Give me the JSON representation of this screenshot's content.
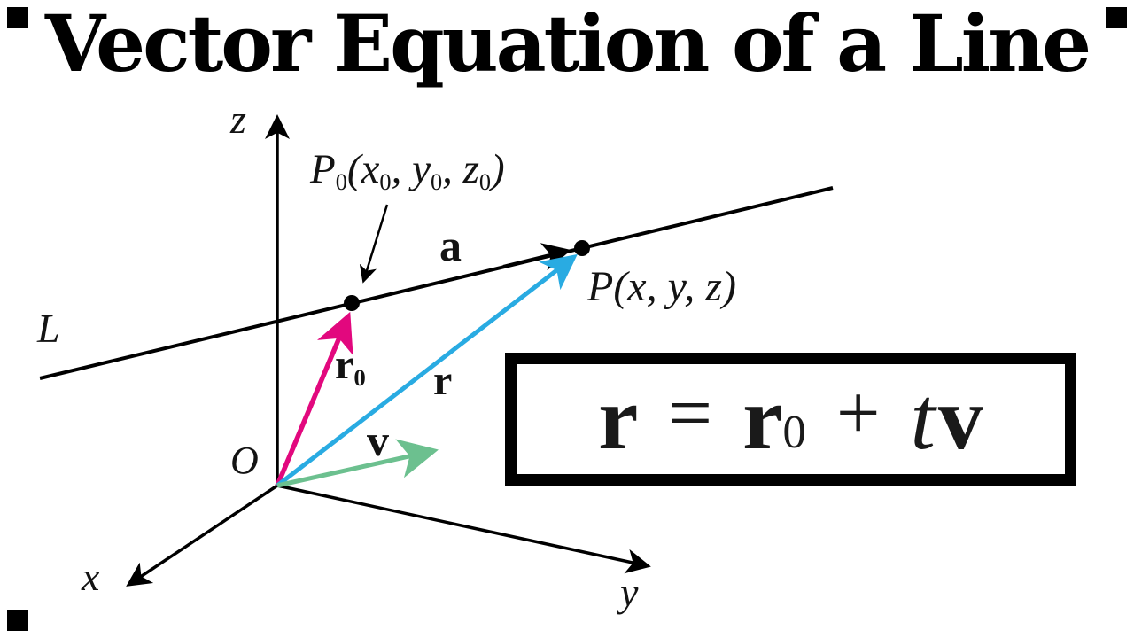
{
  "title": "Vector Equation of a Line",
  "colors": {
    "ink": "#000000",
    "vector_r0": "#e2087e",
    "vector_r": "#29abe2",
    "vector_v": "#6cc08f"
  },
  "diagram": {
    "axis_z": "z",
    "axis_x": "x",
    "axis_y": "y",
    "origin": "O",
    "line": "L",
    "vector_a": "a",
    "vector_r0_base": "r",
    "vector_r0_sub": "0",
    "vector_r": "r",
    "vector_v": "v",
    "point_p0": {
      "name": "P",
      "name_sub": "0",
      "open": "(",
      "x": "x",
      "x_sub": "0",
      "comma1": ", ",
      "y": "y",
      "y_sub": "0",
      "comma2": ", ",
      "z": "z",
      "z_sub": "0",
      "close": ")"
    },
    "point_p": "P(x, y, z)"
  },
  "equation": {
    "lhs": "r",
    "equals": "=",
    "r0_base": "r",
    "r0_sub": "0",
    "plus": "+",
    "t": "t",
    "v": "v"
  }
}
